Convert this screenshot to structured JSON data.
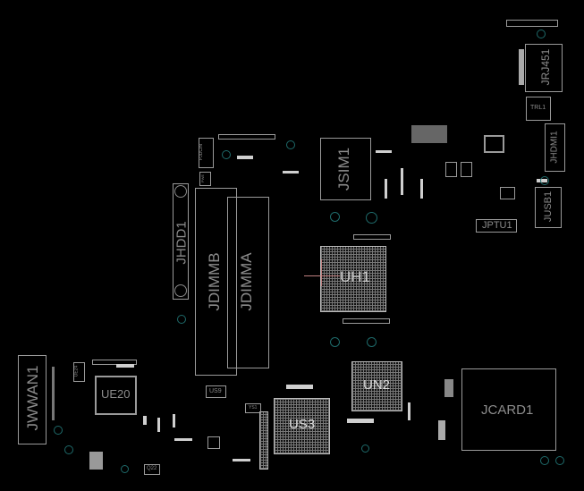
{
  "components": {
    "jwwan": "JWWAN1",
    "ue20": "UE20",
    "uh1": "UH1",
    "us3": "US3",
    "un2": "UN2",
    "jcard": "JCARD1",
    "jdimmb": "JDIMMB",
    "jdimma": "JDIMMA",
    "jhdd": "JHDD1",
    "jsim": "JSIM1",
    "jrj": "JRJ451",
    "trl": "TRL1",
    "jhdmi": "JHDMI1",
    "jusb": "JUSB1",
    "jptu": "JPTU1",
    "us9": "US9",
    "ys1": "YS1",
    "pjdcin": "PJDCIN",
    "ue24": "UE24",
    "q22": "Q22",
    "pwr": "PWE"
  },
  "colors": {
    "background": "#000000",
    "outline": "#9a9a9a",
    "hole": "#1e6a6a",
    "marker": "#c08080"
  }
}
